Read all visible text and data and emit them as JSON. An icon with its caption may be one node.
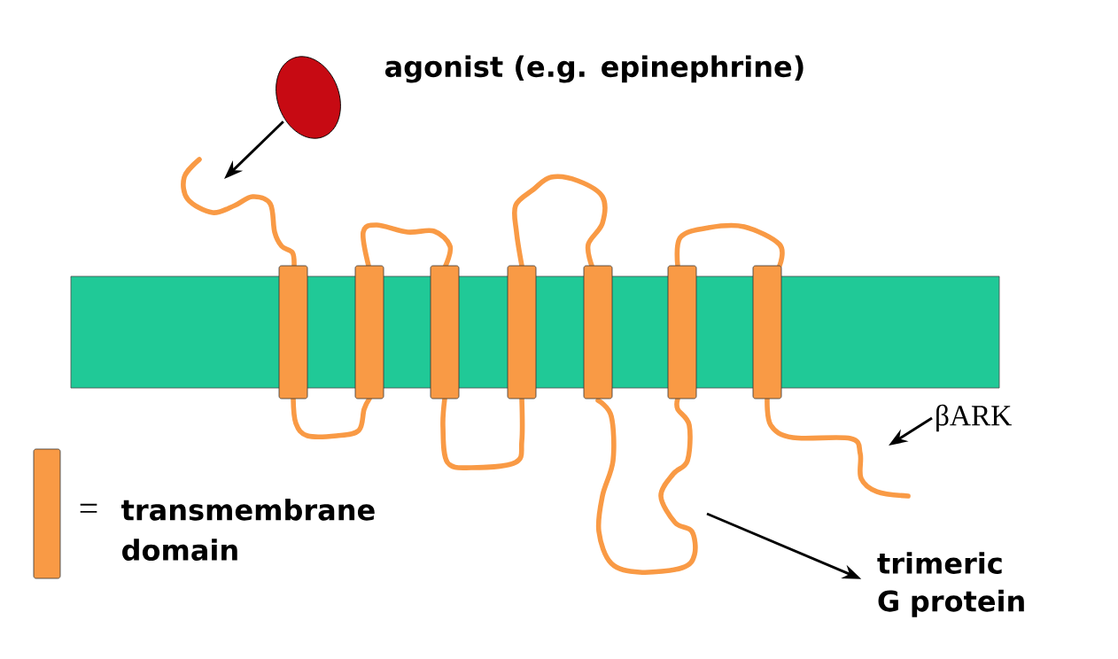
{
  "diagram": {
    "nodes": [
      {
        "text": [],
        "shape": "circle",
        "beside": [
          "agonist (e.g. epinephrine)"
        ]
      },
      {
        "text": [
          "βARK"
        ]
      },
      {
        "text": [
          "trimeric G protein"
        ]
      }
    ],
    "edges": [
      {
        "from": 0,
        "to": null,
        "arrow": "to"
      },
      {
        "from": 1,
        "to": null,
        "arrow": "to"
      },
      {
        "from": null,
        "to": 2,
        "arrow": "to"
      }
    ],
    "labels": [
      "="
    ],
    "legend": [
      {
        "text": "transmembrane domain",
        "color": "#f99a45"
      }
    ]
  }
}
